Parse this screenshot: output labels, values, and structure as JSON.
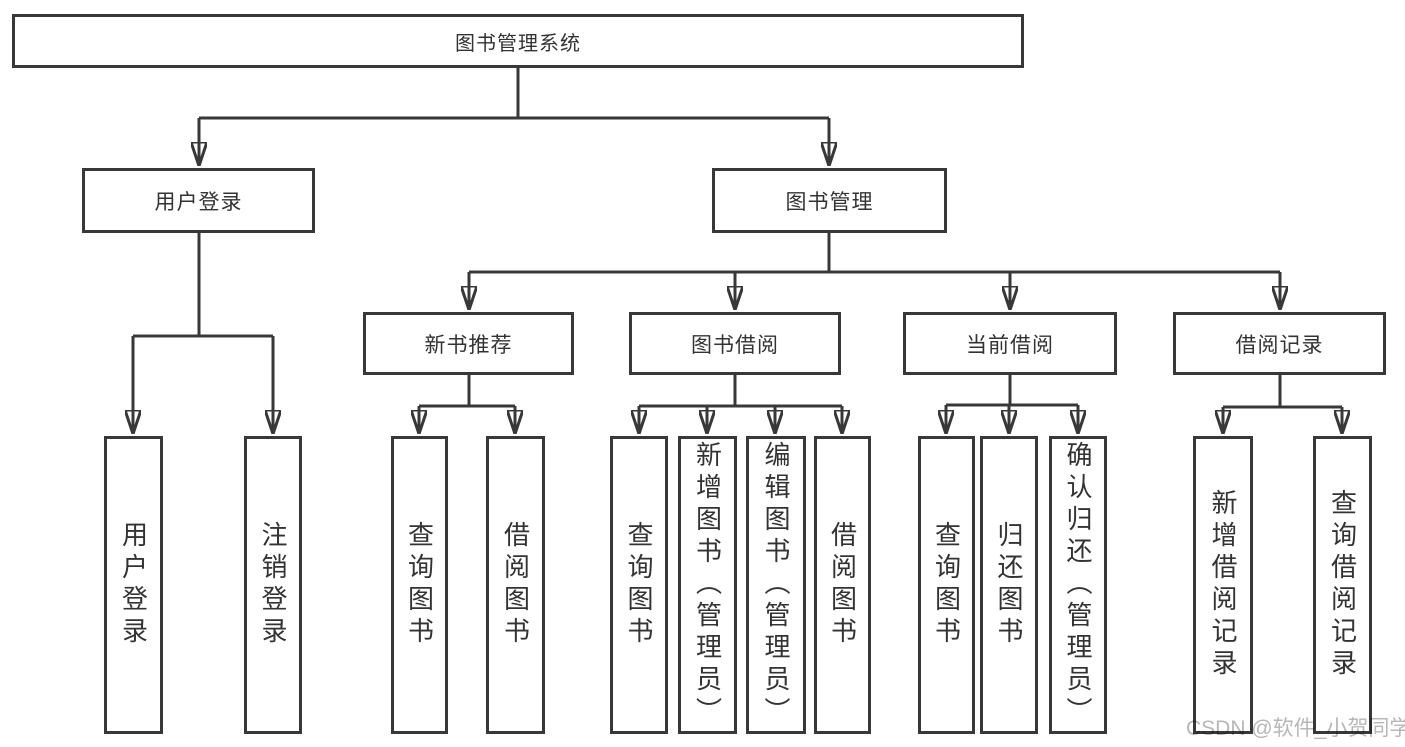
{
  "colors": {
    "line": "#383838",
    "text": "#333333",
    "background": "#ffffff",
    "watermark": "#b7b7b7"
  },
  "watermark": {
    "text": "CSDN @软件_小贺同学"
  },
  "tree": {
    "root": {
      "label": "图书管理系统"
    },
    "branches": [
      {
        "label": "用户登录",
        "children": [
          {
            "label": "用户登录"
          },
          {
            "label": "注销登录"
          }
        ]
      },
      {
        "label": "图书管理",
        "children": [
          {
            "label": "新书推荐",
            "children": [
              {
                "label": "查询图书"
              },
              {
                "label": "借阅图书"
              }
            ]
          },
          {
            "label": "图书借阅",
            "children": [
              {
                "label": "查询图书"
              },
              {
                "label": "新增图书（管理员）"
              },
              {
                "label": "编辑图书（管理员）"
              },
              {
                "label": "借阅图书"
              }
            ]
          },
          {
            "label": "当前借阅",
            "children": [
              {
                "label": "查询图书"
              },
              {
                "label": "归还图书"
              },
              {
                "label": "确认归还（管理员）"
              }
            ]
          },
          {
            "label": "借阅记录",
            "children": [
              {
                "label": "新增借阅记录"
              },
              {
                "label": "查询借阅记录"
              }
            ]
          }
        ]
      }
    ]
  }
}
